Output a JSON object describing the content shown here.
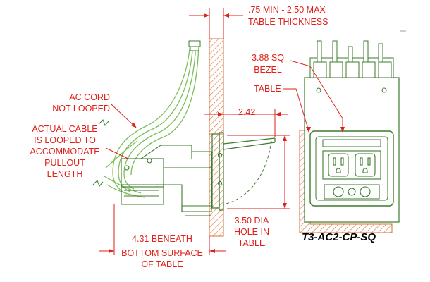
{
  "labels": {
    "table_thickness_1": ".75 MIN - 2.50 MAX",
    "table_thickness_2": "TABLE THICKNESS",
    "bezel_1": "3.88 SQ",
    "bezel_2": "BEZEL",
    "table_right": "TABLE",
    "ac_cord_1": "AC CORD",
    "ac_cord_2": "NOT LOOPED",
    "actual_cable_1": "ACTUAL CABLE",
    "actual_cable_2": "IS LOOPED TO",
    "actual_cable_3": "ACCOMMODATE",
    "actual_cable_4": "PULLOUT",
    "actual_cable_5": "LENGTH",
    "dim_2_42": "2.42",
    "hole_1": "3.50 DIA",
    "hole_2": "HOLE IN",
    "hole_3": "TABLE",
    "beneath_1": "4.31 BENEATH",
    "beneath_2": "BOTTOM SURFACE",
    "beneath_3": "OF TABLE"
  },
  "model_name": "T3-AC2-CP-SQ",
  "colors": {
    "annotation": "#e0201b",
    "hatch": "#d9713a",
    "device_line": "#3d7a2c",
    "cable": "#7bbf58",
    "model_text": "#000000"
  }
}
